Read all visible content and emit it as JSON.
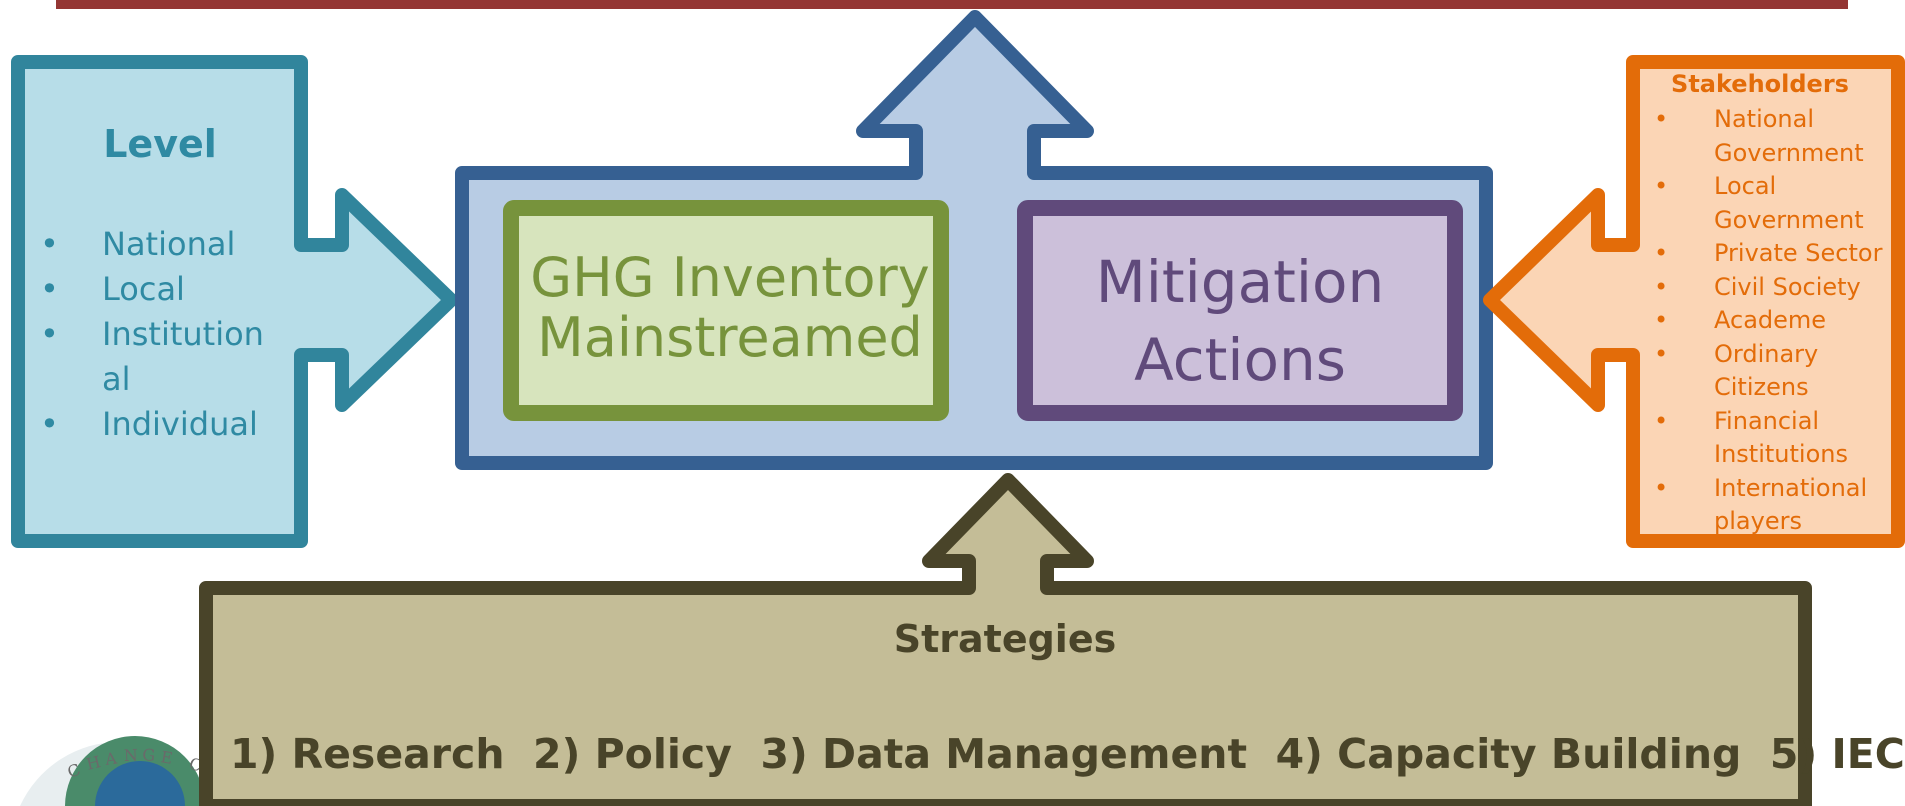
{
  "level": {
    "title": "Level",
    "items": [
      "National",
      "Local",
      "Institutional",
      "Individual"
    ]
  },
  "center": {
    "ghg_label": "GHG Inventory Mainstreamed",
    "mitigation_label": "Mitigation Actions"
  },
  "stakeholders": {
    "title": "Stakeholders",
    "items": [
      "National Government",
      "Local Government",
      "Private Sector",
      "Civil Society",
      "Academe",
      "Ordinary Citizens",
      "Financial Institutions",
      "International players"
    ]
  },
  "strategies": {
    "title": "Strategies",
    "list_text": "1) Research  2) Policy  3) Data Management  4) Capacity Building  5) IEC"
  },
  "logo": {
    "text": "CHANGE C"
  },
  "colors": {
    "level_fill": "#b7dde8",
    "level_border": "#31859c",
    "center_fill": "#b8cce4",
    "center_border": "#366092",
    "ghg_fill": "#d7e4bd",
    "ghg_border": "#77933c",
    "mit_fill": "#ccc0da",
    "mit_border": "#604a7b",
    "stake_fill": "#fbd5b5",
    "stake_border": "#e36c09",
    "strat_fill": "#c4bd97",
    "strat_border": "#494429",
    "top_bar": "#943634"
  }
}
